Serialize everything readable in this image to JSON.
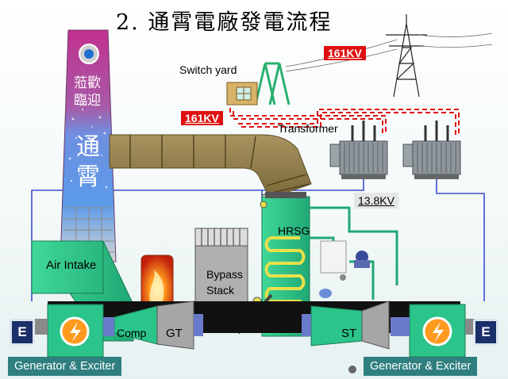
{
  "title": "2. 通霄電廠發電流程",
  "labels": {
    "switch_yard": "Switch yard",
    "kv_161_top": "161KV",
    "kv_161_left": "161KV",
    "transformer": "Transformer",
    "kv_13_8": "13.8KV",
    "hrsg": "HRSG",
    "bypass_line1": "Bypass",
    "bypass_line2": "Stack",
    "air_intake": "Air Intake",
    "comp": "Comp",
    "gt": "GT",
    "st": "ST",
    "generator_left": "Generator & Exciter",
    "generator_right": "Generator & Exciter",
    "e_left": "E",
    "e_right": "E"
  },
  "chimney": {
    "welcome_line1": "蒞歡",
    "welcome_line2": "臨迎",
    "name_char1": "通",
    "name_char2": "霄"
  },
  "colors": {
    "red_label": "#e01010",
    "generator_bar": "#2e7f7e",
    "equipment_green": "#2bc48a",
    "duct_olive": "#8c7a45",
    "chimney_magenta": "#b03aa6",
    "wire_blue": "#3c4fd0",
    "exciter_navy": "#1b2f6b"
  }
}
